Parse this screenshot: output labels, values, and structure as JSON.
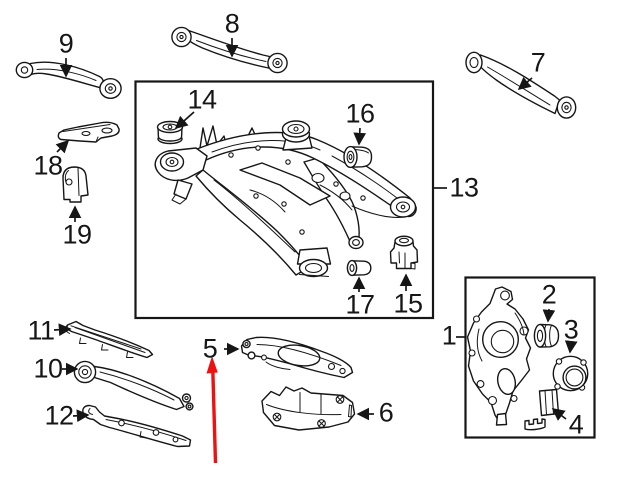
{
  "colors": {
    "background": "#ffffff",
    "line": "#161616",
    "highlight_arrow": "#ee1111"
  },
  "callouts": [
    {
      "id": "9",
      "label": "9"
    },
    {
      "id": "8",
      "label": "8"
    },
    {
      "id": "7",
      "label": "7"
    },
    {
      "id": "14",
      "label": "14"
    },
    {
      "id": "16",
      "label": "16"
    },
    {
      "id": "13",
      "label": "13"
    },
    {
      "id": "18",
      "label": "18"
    },
    {
      "id": "19",
      "label": "19"
    },
    {
      "id": "17",
      "label": "17"
    },
    {
      "id": "15",
      "label": "15"
    },
    {
      "id": "11",
      "label": "11"
    },
    {
      "id": "10",
      "label": "10"
    },
    {
      "id": "12",
      "label": "12"
    },
    {
      "id": "5",
      "label": "5"
    },
    {
      "id": "6",
      "label": "6"
    },
    {
      "id": "1",
      "label": "1"
    },
    {
      "id": "2",
      "label": "2"
    },
    {
      "id": "3",
      "label": "3"
    },
    {
      "id": "4",
      "label": "4"
    }
  ],
  "annotation": {
    "shape": "red-arrow",
    "direction": "up",
    "points_to_label": "5",
    "color": "#ee1111"
  }
}
